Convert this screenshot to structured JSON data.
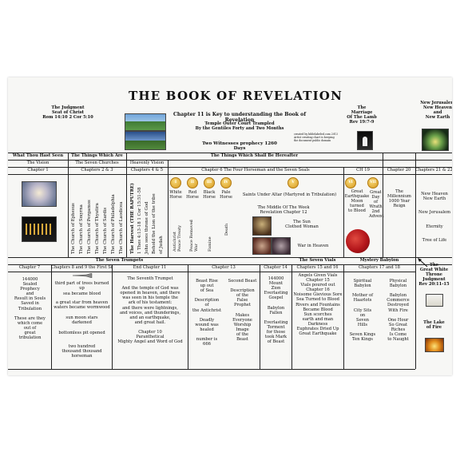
{
  "title": "THE BOOK OF REVELATION",
  "subtitle": "Chapter 11 is Key to understanding the Book of Revelation",
  "judgment_seat": "The Judgment\nSeat of Christ\nRom 14:10  2 Cor 5:10",
  "temple_court": "Temple Outer Court Trampled\nBy the Gentiles Forty and Two Months",
  "two_witnesses": "Two Witnesses prophecy 1260 Days",
  "credit": "created by biblelabeled.com 2013\nArtist creating chart is keeping\nthe document public domain",
  "marriage": "The\nMarriage\nOf The Lamb\nRev 19:7-9",
  "new_jerusalem": "New Jerusalem\nNew Heaven\nand\nNew Earth",
  "sections": {
    "seen": "What Thou Hast Seen",
    "are": "The Things Which Are",
    "shall_be": "The Things Which Shall Be Hereafter"
  },
  "subheaders": {
    "vision": "The Vision",
    "churches": "The Seven Churches",
    "heavenly": "Heavenly Vision"
  },
  "chapters": {
    "ch1": "Chapter 1",
    "ch23": "Chapters 2 & 3",
    "ch45": "Chapters 4 & 5",
    "ch6": "Chapter 6  The Four Horseman and the Seven Seals",
    "ch19": "CH 19",
    "ch20": "Chapter 20",
    "ch2122": "Chapters 21 & 22"
  },
  "churches": [
    "The Church of Ephesus",
    "The Church of Smyrna",
    "The Church of Pergamos",
    "The Church of Thyatira",
    "The Church of Sardis",
    "The Church of Philadelphia",
    "The Church of Laodicea"
  ],
  "rapture": [
    "The Harvest (THE RAPUTRE)",
    "1 Thes 4:13-18  1 Cor 15:51-58",
    "John sees throne of God",
    "Behold the Lion of the tribe",
    "of Judah"
  ],
  "seals": [
    "I",
    "II",
    "III",
    "IV",
    "V",
    "VI",
    "VII"
  ],
  "horses": [
    "White\nHorse",
    "Red\nHorse",
    "Black\nHorse",
    "Pale\nHorse"
  ],
  "fifth_seal": "Saints Under Altar (Martyred in Tribulation)",
  "sixth_seal": "Great\nEarthquake\nMoon\nturned\nto Blood",
  "seventh_seal": "Great\nDay\nof\nWrath\n2nd\nAdvent",
  "horse_effects": [
    "Antichrist\nPeace Treaty",
    "Peace Removed\nWar",
    "Famine",
    "Death"
  ],
  "middle_week": "The Middle Of The Week\nRevelation Chapter 12",
  "sun_woman": "The Sun\nClothed Woman",
  "war_heaven": "War in Heaven",
  "millennium": "The\nMillennium\n1000 Year\nReign",
  "nj_items": [
    "New Heaven\nNew Earth",
    "New Jerusalem",
    "Eternity",
    "Tree of Life"
  ],
  "bottom_headers": {
    "trumpets": "The Seven Trumpets",
    "ch7": "Chapter 7",
    "ch89": "Chapters 8 and 9 the First Six",
    "end7": "End Chapter 11",
    "ch13": "Chapter 13",
    "ch14": "Chapter 14",
    "vials": "The Seven Vials",
    "ch1516": "Chapters 15 and 16",
    "babylon": "Mystery Babylon",
    "ch1718": "Chapters 17 and 18"
  },
  "ch7_text": "144000\nSealed\nProphecy\nand\nResult in Souls\nSaved in\nTribulation\n\nThese are they\nwhich come\nout of\ngreat\ntribulation",
  "ch89_items": [
    "third part of trees burned up",
    "sea became blood",
    "a great star from heaven\nwaters became wormwood",
    "sun moon stars\ndarkened",
    "bottomless pit opened",
    "two hundred\nthousand thousand\nhorseman"
  ],
  "seventh_trumpet": "The Seventh Trumpet\n\nAnd the temple of God was\nopened in heaven, and there\nwas seen in his temple the\nark of his testament:\nand there were lightnings,\nand voices, and thunderings,\nand an earthquake,\nand great hail.\n\nChapter 10\nParanthetical\nMighty Angel and Word of God",
  "beast_sea": "Beast Rise\nup out\nof Sea\n\nDescription\nof\nthe Antichrist\n\nDeadly\nwound was\nhealed\n\nnumber is\n666",
  "second_beast": "Second Beast\n\nDescription\nof the\nFalse\nProphet\n\nMakes\nEveryone\nWorship\nImage\nof the\nBeast",
  "ch14_text": "144000\nMount\nZion\nEverlasting\nGospel\n\nBabylon\nFallen\n\nEverlasting\nTorment\nfor those\ntook Mark\nof Beast",
  "vials_text": "Angels Given Vials\nChapter 15\nVials poured out\nChapter 16\nNoisome Gievious Sore\nSea Turned to Blood\nRivers and Fountains\nBecame Blood\nSun scorches\nearth and man\nDarkness\nEuphrates Dried Up\nGreat Earthquake",
  "babylon_left": "Spiritual\nBabylon\n\nMother of\nHaarlots\n\nCity Sits\non\nSeven\nHills\n\nSeven Kings\nTen Kings",
  "babylon_right": "Physical\nBabylon\n\nBabylon\nCommerce\nDestroyed\nWith Fire\n\nOne Hour\nSo Great\nRiches\nIs Come\nto Naught",
  "white_throne": "The\nGreat White\nThrone\nJudgment\nRev 20:11-15",
  "lake_fire": "The Lake\nof Fire",
  "colors": {
    "seal": "#e0a52b",
    "blood_moon": "#b3151a",
    "line": "#222222"
  }
}
